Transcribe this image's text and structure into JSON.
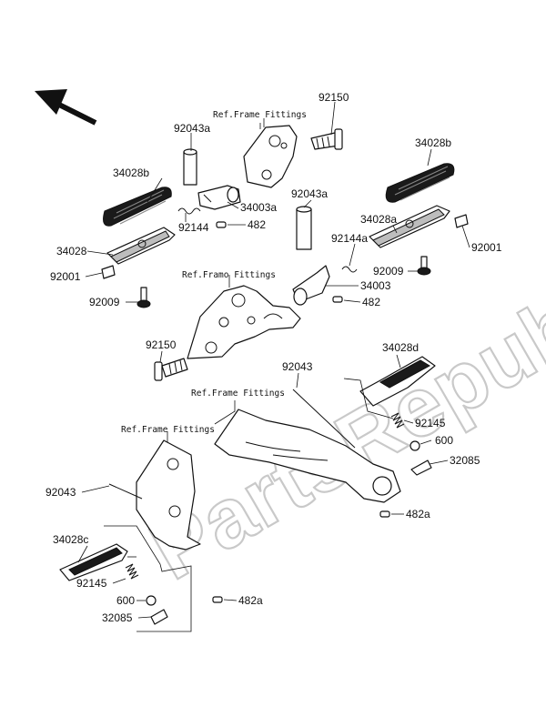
{
  "watermark": "PartsRepublik",
  "ref_notes": {
    "top": "Ref.Frame Fittings",
    "middle": "Ref.Framo Fittings",
    "right": "Ref.Frame Fittings",
    "left": "Ref.Frame Fittings"
  },
  "labels": [
    "92150",
    "92043a",
    "34028b",
    "34003a",
    "482",
    "92144",
    "34028",
    "92001",
    "92009",
    "92043a",
    "34028b",
    "34028a",
    "92144a",
    "92001",
    "92009",
    "34003",
    "482",
    "92150",
    "92043",
    "34028d",
    "92145",
    "600",
    "32085",
    "482a",
    "92043",
    "34028c",
    "92145",
    "600",
    "32085",
    "482a"
  ]
}
